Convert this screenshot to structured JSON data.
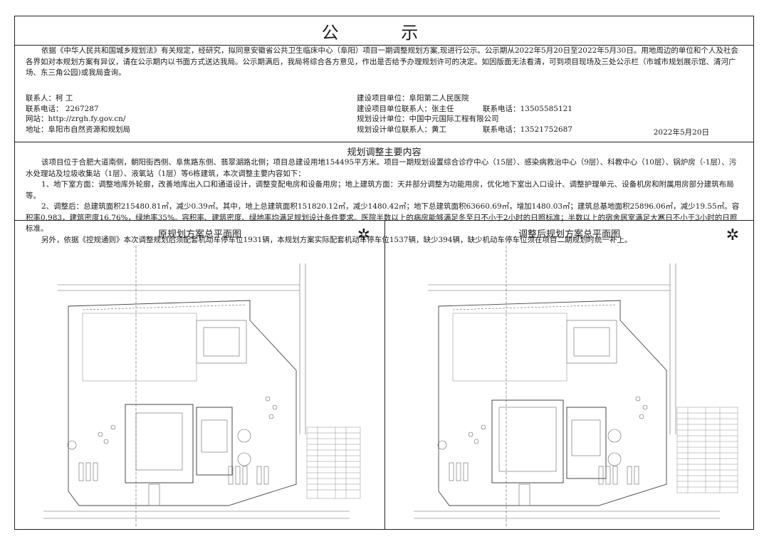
{
  "header": {
    "title": "公 示"
  },
  "notice": {
    "paragraph": "依据《中华人民共和国城乡规划法》有关规定，经研究，拟同意安徽省公共卫生临床中心（阜阳）项目一期调整规划方案,现进行公示。公示期从2022年5月20日至2022年5月30日。用地周边的单位和个人及社会各界如对本规划方案有异议，请在公示期内以书面方式送达我局。公示期满后，我局将综合各方意见，作出是否给予办理规划许可的决定。如因版面无法看清，可到项目现场及三处公示栏（市城市规划展示馆、清河广场、东三角公园)或我局查询。"
  },
  "contacts_left": [
    "联系人：柯  工",
    "联系电话：     2267287",
    "网站：http://zrgh.fy.gov.cn/",
    "地址：阜阳市自然资源和规划局"
  ],
  "contacts_right": [
    {
      "text": "建设项目单位：阜阳第二人民医院",
      "phone": ""
    },
    {
      "text": "建设项目单位联系人：张主任",
      "phone": "联系电话：13505585121"
    },
    {
      "text": "规划设计单位：中国中元国际工程有限公司",
      "phone": ""
    },
    {
      "text": "规划设计单位联系人：黄工",
      "phone": "联系电话：13521752687"
    }
  ],
  "date": "2022年5月20日",
  "section": {
    "title": "规划调整主要内容",
    "paragraphs": [
      "该项目位于合肥大道南侧，朝阳街西侧、阜焦路东侧、翡翠湖路北侧；项目总建设用地154495平方米。项目一期规划设置综合诊疗中心（15层）、感染病救治中心（9层）、科教中心（10层）、锅炉房（-1层）、污水处理站及垃圾收集站（1层）、液氧站（1层）等6栋建筑，本次调整主要内容如下：",
      "1、地下室方面：调整地库外轮廓，改善地库出入口和通道设计，调整变配电房和设备用房；地上建筑方面：天井部分调整为功能用房，优化地下室出入口设计、调整护理单元、设备机房和附属用房部分建筑布局等。",
      "2、调整后：总建筑面积215480.81㎡，减少0.39㎡。其中，地上总建筑面积151820.12㎡，减少1480.42㎡；地下总建筑面积63660.69㎡，增加1480.03㎡；建筑总基地面积25896.06㎡，减少19.55㎡。容积率0.983，建筑密度16.76%，绿地率35%。容积率、建筑密度、绿地率均满足规划设计条件要求。医院半数以上的病房能够满足冬至日不小于2小时的日照标准；半数以上的宿舍居室满足大寒日不小于3小时的日照标准。",
      "另外，依据《控规通则》本次调整规划后须配套机动车停车位1931辆，本规划方案实际配套机动车停车位1537辆，缺少394辆，缺少机动车停车位须在项目二期规划时统一补上。"
    ]
  },
  "panels": {
    "left_title": "原规划方案总平面图",
    "right_title": "调整后规划方案总平面图",
    "compass_icon": "compass-rose-icon"
  }
}
